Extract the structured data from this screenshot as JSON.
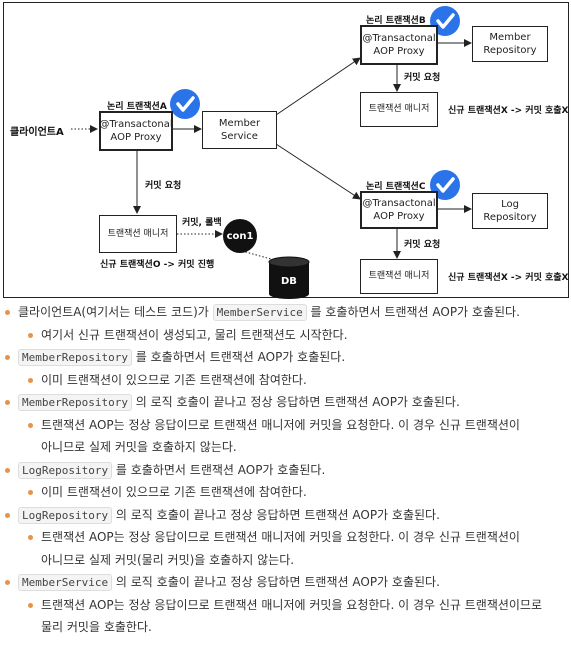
{
  "diagram": {
    "client": "클라이언트A",
    "logical_tx_a": "논리 트랜잭션A",
    "proxy_a": "@Transactonal\nAOP Proxy",
    "member_service": "Member\nService",
    "commit_request_a": "커밋 요청",
    "tx_manager_a": "트랜잭션 매니저",
    "commit_rollback": "커밋, 롤백",
    "con1": "con1",
    "db": "DB",
    "new_tx_commit": "신규 트랜잭션O -> 커밋 진행",
    "logical_tx_b": "논리 트랜잭션B",
    "proxy_b": "@Transactonal\nAOP Proxy",
    "member_repository": "Member\nRepository",
    "commit_request_b": "커밋 요청",
    "tx_manager_b": "트랜잭션 매니저",
    "new_tx_x_b": "신규 트랜잭션X -> 커밋 호출X",
    "logical_tx_c": "논리 트랜잭션C",
    "proxy_c": "@Transactonal\nAOP Proxy",
    "log_repository": "Log\nRepository",
    "commit_request_c": "커밋 요청",
    "tx_manager_c": "트랜잭션 매니저",
    "new_tx_x_c": "신규 트랜잭션X -> 커밋 호출X"
  },
  "notes": [
    {
      "level": 1,
      "pre": "클라이언트A(여기서는 테스트 코드)가 ",
      "code": "MemberService",
      "post": " 를 호출하면서 트랜잭션 AOP가 호출된다."
    },
    {
      "level": 2,
      "pre": "여기서 신규 트랜잭션이 생성되고, 물리 트랜잭션도 시작한다.",
      "code": "",
      "post": ""
    },
    {
      "level": 1,
      "pre": "",
      "code": "MemberRepository",
      "post": " 를 호출하면서 트랜잭션 AOP가 호출된다."
    },
    {
      "level": 2,
      "pre": "이미 트랜잭션이 있으므로 기존 트랜잭션에 참여한다.",
      "code": "",
      "post": ""
    },
    {
      "level": 1,
      "pre": "",
      "code": "MemberRepository",
      "post": " 의 로직 호출이 끝나고 정상 응답하면 트랜잭션 AOP가 호출된다."
    },
    {
      "level": 2,
      "pre": "트랜잭션 AOP는 정상 응답이므로 트랜잭션 매니저에 커밋을 요청한다. 이 경우 신규 트랜잭션이",
      "code": "",
      "post": ""
    },
    {
      "level": 3,
      "pre": "아니므로 실제 커밋을 호출하지 않는다.",
      "code": "",
      "post": ""
    },
    {
      "level": 1,
      "pre": "",
      "code": "LogRepository",
      "post": " 를 호출하면서 트랜잭션 AOP가 호출된다."
    },
    {
      "level": 2,
      "pre": "이미 트랜잭션이 있으므로 기존 트랜잭션에 참여한다.",
      "code": "",
      "post": ""
    },
    {
      "level": 1,
      "pre": "",
      "code": "LogRepository",
      "post": " 의 로직 호출이 끝나고 정상 응답하면 트랜잭션 AOP가 호출된다."
    },
    {
      "level": 2,
      "pre": "트랜잭션 AOP는 정상 응답이므로 트랜잭션 매니저에 커밋을 요청한다. 이 경우 신규 트랜잭션이",
      "code": "",
      "post": ""
    },
    {
      "level": 3,
      "pre": "아니므로 실제 커밋(물리 커밋)을 호출하지 않는다.",
      "code": "",
      "post": ""
    },
    {
      "level": 1,
      "pre": "",
      "code": "MemberService",
      "post": " 의 로직 호출이 끝나고 정상 응답하면 트랜잭션 AOP가 호출된다."
    },
    {
      "level": 2,
      "pre": "트랜잭션 AOP는 정상 응답이므로 트랜잭션 매니저에 커밋을 요청한다. 이 경우 신규 트랜잭션이므로",
      "code": "",
      "post": ""
    },
    {
      "level": 3,
      "pre": "물리 커밋을 호출한다.",
      "code": "",
      "post": ""
    }
  ],
  "colors": {
    "check": "#2a73e8",
    "bullet": "#e6934a"
  }
}
